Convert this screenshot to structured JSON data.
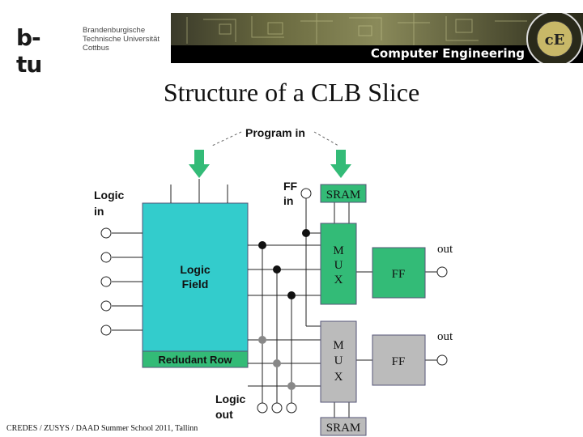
{
  "header": {
    "logo_mark": "b-tu",
    "logo_lines": [
      "Brandenburgische",
      "Technische Universität",
      "Cottbus"
    ],
    "banner_label": "Computer Engineering"
  },
  "slide": {
    "title": "Structure of a CLB Slice",
    "footer": "CREDES / ZUSYS / DAAD Summer School 2011, Tallinn"
  },
  "diagram": {
    "program_in": "Program in",
    "logic_in": [
      "Logic",
      "in"
    ],
    "ff_in": [
      "FF",
      "in"
    ],
    "logic_field": [
      "Logic",
      "Field"
    ],
    "redundant_row": "Redudant Row",
    "sram_top": "SRAM",
    "sram_bottom": "SRAM",
    "mux_top": [
      "M",
      "U",
      "X"
    ],
    "mux_bottom": [
      "M",
      "U",
      "X"
    ],
    "ff_top": "FF",
    "ff_bottom": "FF",
    "out_top": "out",
    "out_bottom": "out",
    "logic_out": [
      "Logic",
      "out"
    ],
    "colors": {
      "logic_field": "#33cccc",
      "green": "#33bb77",
      "grey": "#bbbbbb",
      "arrow": "#33bb77"
    }
  }
}
